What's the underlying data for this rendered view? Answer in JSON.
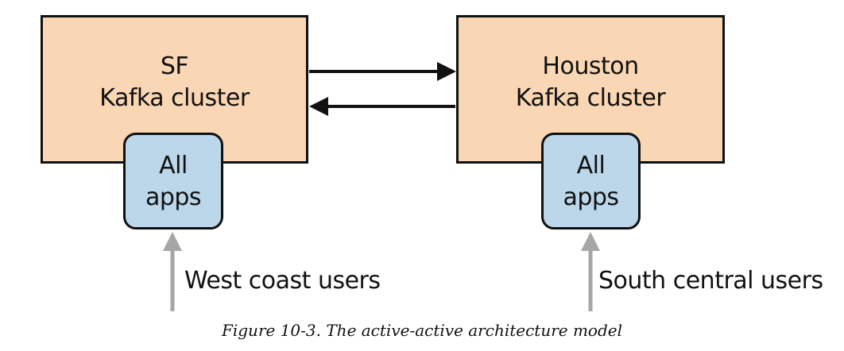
{
  "sf_cluster": {
    "line1": "SF",
    "line2": "Kafka cluster",
    "apps_line1": "All",
    "apps_line2": "apps",
    "users": "West coast users"
  },
  "houston_cluster": {
    "line1": "Houston",
    "line2": "Kafka cluster",
    "apps_line1": "All",
    "apps_line2": "apps",
    "users": "South central users"
  },
  "caption": "Figure 10-3. The active-active architecture model",
  "colors": {
    "cluster_fill": "#fad7b4",
    "apps_fill": "#bcd7ea",
    "outline": "#111111",
    "user_arrow": "#a6a6a6"
  }
}
